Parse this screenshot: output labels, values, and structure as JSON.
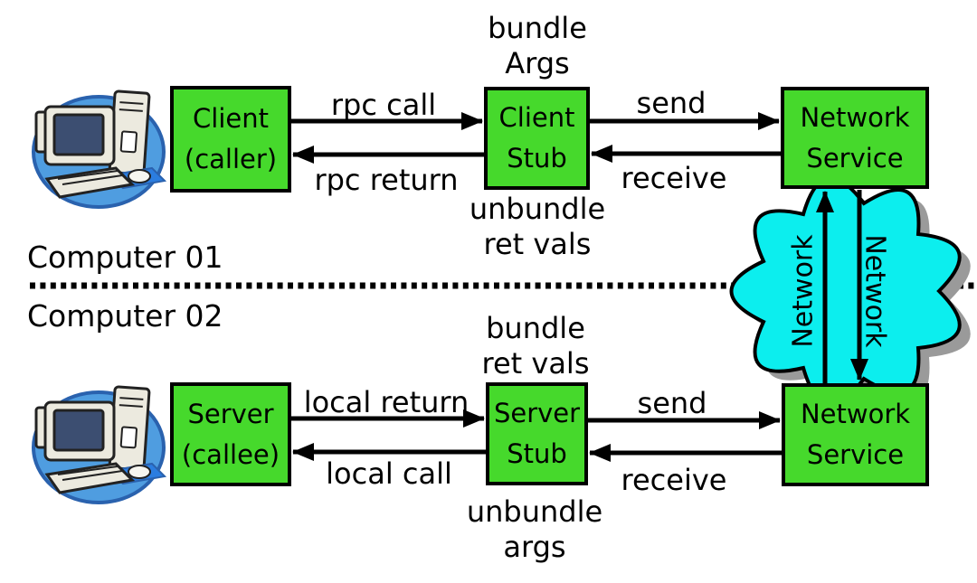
{
  "labels": {
    "computer1": "Computer 01",
    "computer2": "Computer 02",
    "bundle_args_line1": "bundle",
    "bundle_args_line2": "Args",
    "rpc_call": "rpc call",
    "rpc_return": "rpc return",
    "send_top": "send",
    "receive_top": "receive",
    "unbundle_ret_vals_line1": "unbundle",
    "unbundle_ret_vals_line2": "ret vals",
    "bundle_ret_vals_line1": "bundle",
    "bundle_ret_vals_line2": "ret vals",
    "local_return": "local return",
    "local_call": "local call",
    "send_bottom": "send",
    "receive_bottom": "receive",
    "unbundle_args_line1": "unbundle",
    "unbundle_args_line2": "args",
    "network_left": "Network",
    "network_right": "Network"
  },
  "boxes": {
    "client": {
      "line1": "Client",
      "line2": "(caller)"
    },
    "client_stub": {
      "line1": "Client",
      "line2": "Stub"
    },
    "network_service_top": {
      "line1": "Network",
      "line2": "Service"
    },
    "server": {
      "line1": "Server",
      "line2": "(callee)"
    },
    "server_stub": {
      "line1": "Server",
      "line2": "Stub"
    },
    "network_service_bottom": {
      "line1": "Network",
      "line2": "Service"
    }
  },
  "colors": {
    "box_green": "#46d92c",
    "cloud_cyan": "#0ceeee",
    "shadow_gray": "#9a9a9a",
    "icon_blue": "#4f9de0",
    "icon_blue_dark": "#2a62ae",
    "pad_blue": "#2b7de0",
    "device_gray": "#eceadf",
    "screen_navy": "#3c4e71"
  }
}
